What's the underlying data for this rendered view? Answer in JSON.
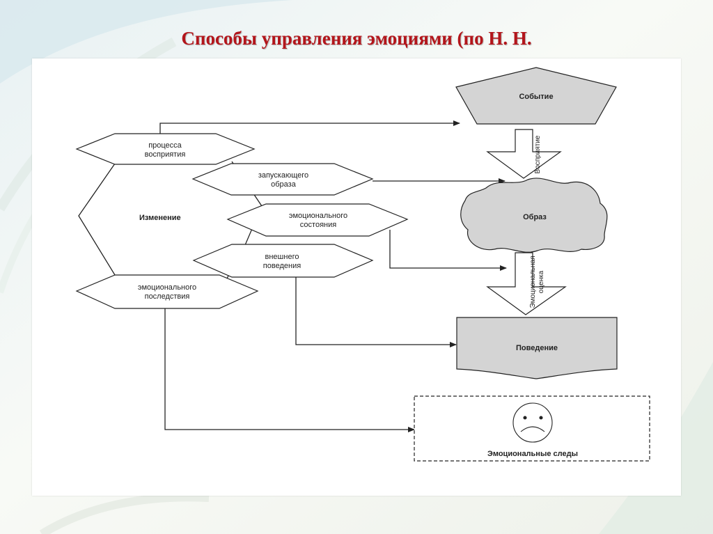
{
  "slide": {
    "title": "Способы управления эмоциями (по Н. Н."
  },
  "diagram": {
    "hexagons": {
      "perception": [
        "процесса",
        "восприятия"
      ],
      "trigger": [
        "запускающего",
        "образа"
      ],
      "emotional_state": [
        "эмоционального",
        "состояния"
      ],
      "external_behavior": [
        "внешнего",
        "поведения"
      ],
      "emotional_consequence": [
        "эмоционального",
        "последствия"
      ]
    },
    "change_label": "Изменение",
    "event_label": "Событие",
    "perception_arrow_label": "Восприятие",
    "image_label": "Образ",
    "evaluation_arrow_label": [
      "Эмоциональная",
      "оценка"
    ],
    "behavior_label": "Поведение",
    "traces_label": "Эмоциональные следы",
    "icons": [
      "sad-face-icon"
    ]
  },
  "colors": {
    "title": "#b3151b",
    "shape_fill": "#d4d4d4",
    "stroke": "#222222"
  }
}
